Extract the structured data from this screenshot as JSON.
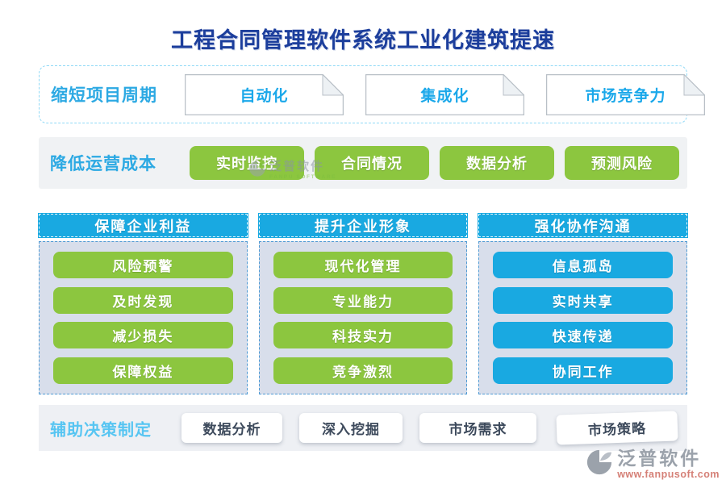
{
  "title": "工程合同管理软件系统工业化建筑提速",
  "colors": {
    "title_navy": "#1C3E9C",
    "accent_blue": "#2CA9E3",
    "header_blue": "#19A9E1",
    "chip_green": "#8CC63F",
    "panel_body_bg": "#D8DEEB",
    "band_bg": "#F0F2F4",
    "footer_url_red": "#D58077"
  },
  "section1": {
    "label": "缩短项目周期",
    "items": [
      "自动化",
      "集成化",
      "市场竞争力"
    ]
  },
  "section2": {
    "label": "降低运营成本",
    "items": [
      "实时监控",
      "合同情况",
      "数据分析",
      "预测风险"
    ]
  },
  "panels": [
    {
      "header": "保障企业利益",
      "items": [
        "风险预警",
        "及时发现",
        "减少损失",
        "保障权益"
      ]
    },
    {
      "header": "提升企业形象",
      "items": [
        "现代化管理",
        "专业能力",
        "科技实力",
        "竞争激烈"
      ]
    },
    {
      "header": "强化协作沟通",
      "items": [
        "信息孤岛",
        "实时共享",
        "快速传递",
        "协同工作"
      ]
    }
  ],
  "section4": {
    "label": "辅助决策制定",
    "items": [
      "数据分析",
      "深入挖掘",
      "市场需求",
      "市场策略"
    ]
  },
  "watermark": {
    "name": "泛普软件",
    "subtext": "FANPU SOFTWARE"
  },
  "footer": {
    "brand": "泛普软件",
    "url": "www.fanpusoft.com"
  }
}
